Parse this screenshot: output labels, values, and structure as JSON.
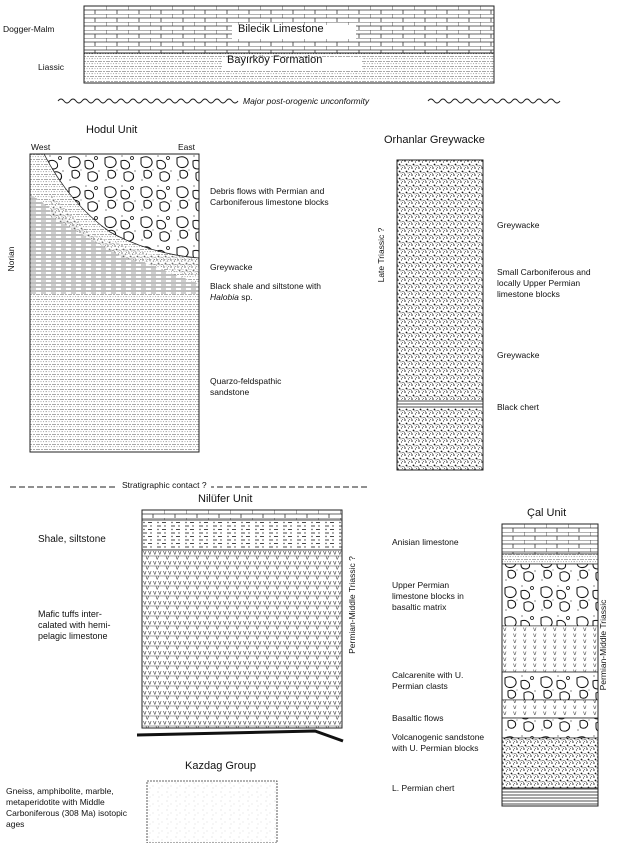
{
  "top": {
    "dogger_malm": "Dogger-Malm",
    "bilecik": "Bilecik Limestone",
    "liassic": "Liassic",
    "bayirkoy": "Bayırköy Formation",
    "unconformity": "Major post-orogenic unconformity"
  },
  "hodul": {
    "title": "Hodul Unit",
    "west": "West",
    "east": "East",
    "age": "Norian",
    "labels": {
      "debris": "Debris flows with Permian and Carboniferous limestone blocks",
      "greywacke": "Greywacke",
      "black_shale_a": "Black shale and siltstone with ",
      "halobia": "Halobia",
      "black_shale_b": " sp.",
      "quarzo": "Quarzo-feldspathic sandstone"
    }
  },
  "orhanlar": {
    "title": "Orhanlar Greywacke",
    "age": "Late Triassic ?",
    "labels": {
      "greywacke1": "Greywacke",
      "small_blocks": "Small Carboniferous and locally Upper Permian limestone blocks",
      "greywacke2": "Greywacke",
      "black_chert": "Black chert"
    }
  },
  "contact": "Stratigraphic contact ?",
  "nilufer": {
    "title": "Nilüfer Unit",
    "age": "Permian-Middle Triassic ?",
    "labels": {
      "shale": "Shale, siltstone",
      "mafic": "Mafic tuffs inter-calated with hemi-pelagic limestone"
    }
  },
  "cal": {
    "title": "Çal Unit",
    "age": "Permian-Middle Triassic",
    "labels": {
      "anisian": "Anisian limestone",
      "upper_permian": "Upper Permian limestone blocks in basaltic matrix",
      "calcarenite": "Calcarenite with U. Permian clasts",
      "basaltic": "Basaltic flows",
      "volcanogenic": "Volcanogenic sandstone with U. Permian blocks",
      "lpermian": "L. Permian chert"
    }
  },
  "kazdag": {
    "title": "Kazdag Group",
    "description": "Gneiss, amphibolite, marble, metaperidotite with Middle Carboniferous (308 Ma) isotopic ages"
  }
}
